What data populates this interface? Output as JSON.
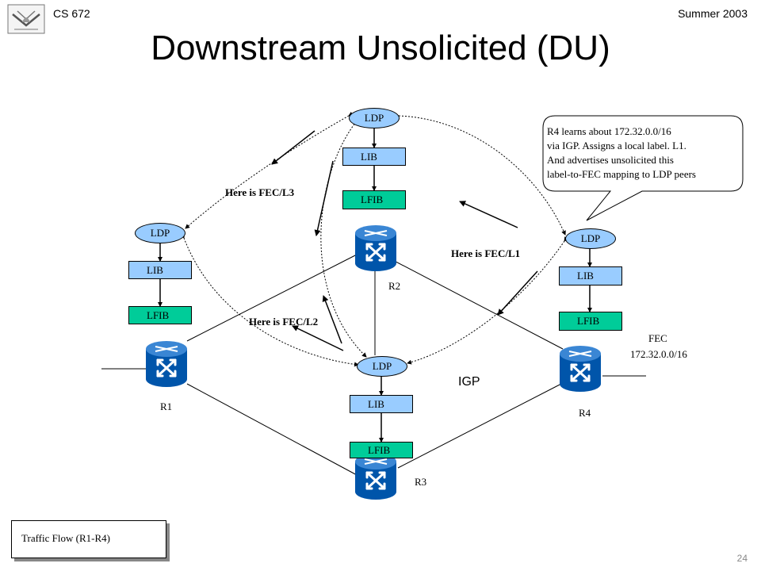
{
  "header": {
    "course": "CS 672",
    "term": "Summer 2003",
    "page_number": "24"
  },
  "slide": {
    "title": "Downstream Unsolicited (DU)"
  },
  "routers": {
    "r1": "R1",
    "r2": "R2",
    "r3": "R3",
    "r4": "R4"
  },
  "stacks": {
    "ldp_label": "LDP",
    "lib_label": "LIB",
    "lfib_label": "LFIB"
  },
  "messages": {
    "fec_l1": "Here is FEC/L1",
    "fec_l2": "Here is FEC/L2",
    "fec_l3": "Here is FEC/L3"
  },
  "fec": {
    "label": "FEC",
    "prefix": "172.32.0.0/16"
  },
  "igp_label": "IGP",
  "callout": {
    "lines": [
      "R4 learns about 172.32.0.0/16",
      "via IGP. Assigns a local label. L1.",
      "And advertises unsolicited  this",
      "label-to-FEC mapping to LDP peers"
    ]
  },
  "legend": {
    "traffic_flow": "Traffic Flow (R1-R4)"
  },
  "colors": {
    "ldp_lib": "#99ccff",
    "lfib": "#00cc99",
    "router": "#0066cc"
  },
  "icons": {
    "logo": "university-logo",
    "router": "router-icon"
  }
}
